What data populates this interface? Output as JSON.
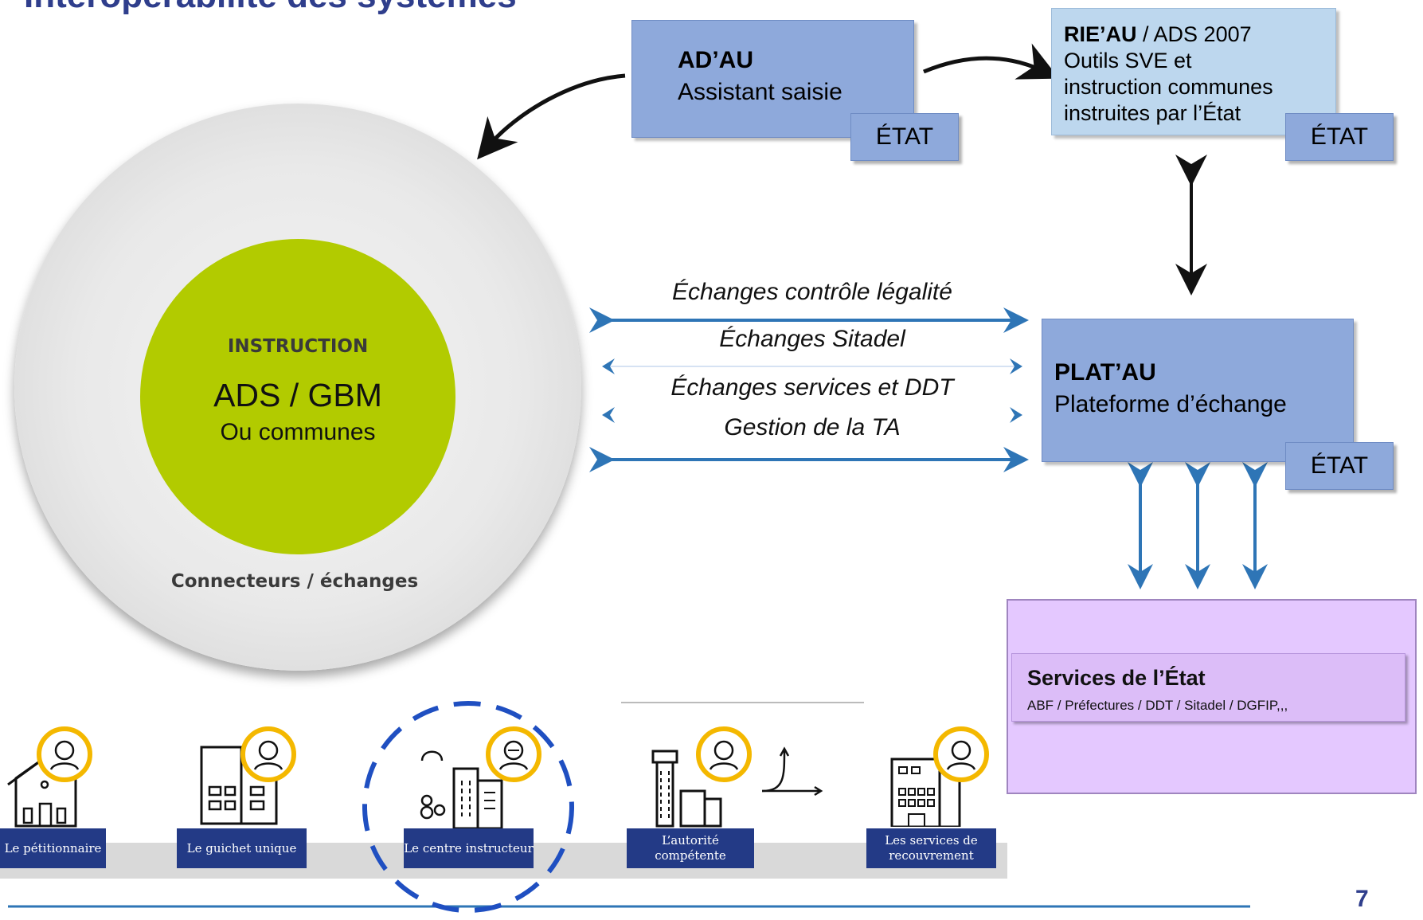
{
  "header": {
    "title": "Interopérabilité des systèmes",
    "title_color": "#2f3e8c"
  },
  "adau": {
    "name": "AD’AU",
    "subtitle": "Assistant saisie",
    "badge": "ÉTAT"
  },
  "rieau": {
    "name": "RIE’AU",
    "name_suffix": " / ADS 2007",
    "line2": "Outils SVE et",
    "line3": "instruction communes",
    "line4": "instruites par l’État",
    "badge": "ÉTAT"
  },
  "platau": {
    "name": "PLAT’AU",
    "subtitle": "Plateforme d’échange",
    "badge": "ÉTAT"
  },
  "services": {
    "title": "Services de l’État",
    "subtitle": "ABF / Préfectures / DDT / Sitadel / DGFIP,,,"
  },
  "instruction": {
    "heading": "INSTRUCTION",
    "main": "ADS / GBM",
    "sub": "Ou communes",
    "ring_label": "Connecteurs / échanges"
  },
  "exchanges": [
    "Échanges contrôle légalité",
    "Échanges Sitadel",
    "Échanges services et DDT",
    "Gestion de la TA"
  ],
  "roles": [
    "Le pétitionnaire",
    "Le guichet unique",
    "Le centre instructeur",
    "L’autorité compétente",
    "Les services de recouvrement"
  ],
  "footer": {
    "page_number": "7"
  },
  "colors": {
    "blue_box": "#8ea9db",
    "light_blue_box": "#bdd7ee",
    "lilac_box": "#e4c8ff",
    "green_circle": "#b2cb00",
    "arrow_blue": "#2e75b6",
    "role_label_bg": "#233a86",
    "icon_ring": "#f4b800",
    "dashed_circle": "#1f4fc1"
  }
}
